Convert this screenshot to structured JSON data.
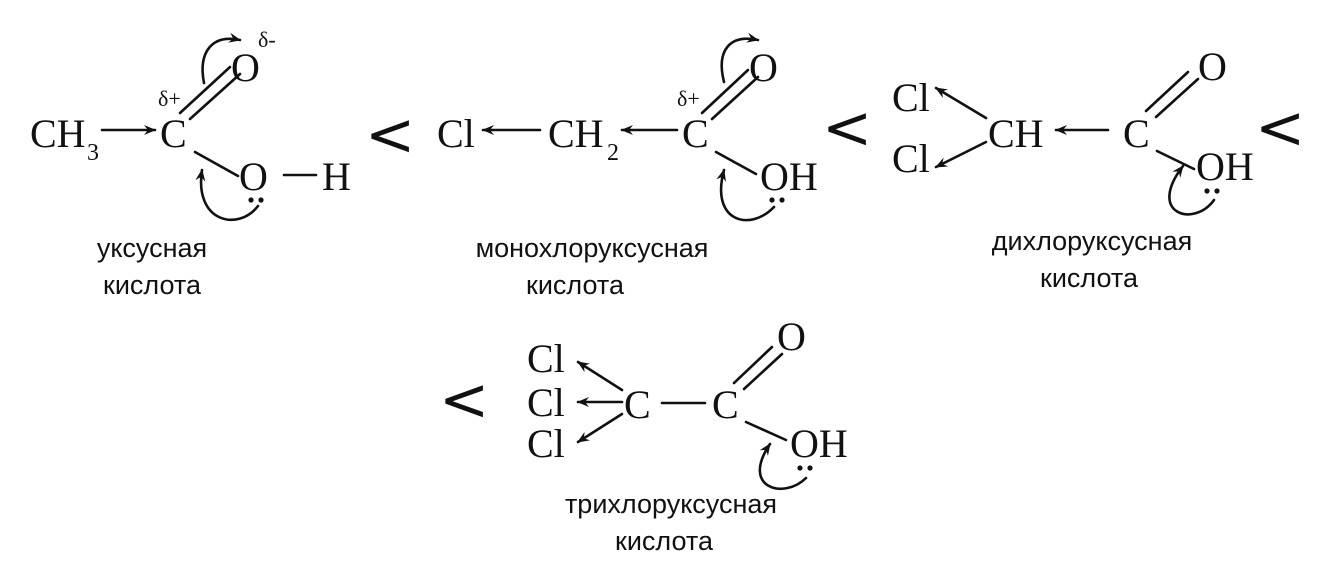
{
  "molecules": {
    "acetic": {
      "atoms": {
        "ch3": "CH",
        "ch3_sub": "3",
        "c": "C",
        "o_top": "O",
        "o": "O",
        "h": "H"
      },
      "charges": {
        "c": "δ+",
        "o_top": "δ-"
      },
      "caption": [
        "уксусная",
        "кислота"
      ]
    },
    "monochloro": {
      "atoms": {
        "cl": "Cl",
        "ch2": "CH",
        "ch2_sub": "2",
        "c": "C",
        "o_top": "O",
        "oh": "OH"
      },
      "charges": {
        "c": "δ+"
      },
      "caption": [
        "монохлоруксусная",
        "кислота"
      ]
    },
    "dichloro": {
      "atoms": {
        "cl1": "Cl",
        "cl2": "Cl",
        "ch": "CH",
        "c": "C",
        "o_top": "O",
        "oh": "OH"
      },
      "caption": [
        "дихлоруксусная",
        "кислота"
      ]
    },
    "trichloro": {
      "atoms": {
        "cl1": "Cl",
        "cl2": "Cl",
        "cl3": "Cl",
        "c1": "C",
        "c2": "C",
        "o_top": "O",
        "oh": "OH"
      },
      "caption": [
        "трихлоруксусная",
        "кислота"
      ]
    }
  },
  "comparators": [
    "<",
    "<",
    "<",
    "<"
  ]
}
